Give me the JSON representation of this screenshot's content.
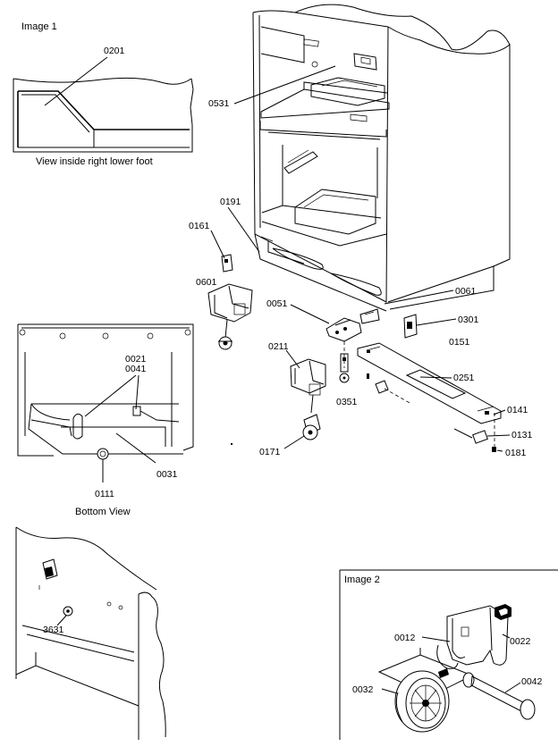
{
  "captions": {
    "image1": "Image 1",
    "image2": "Image 2",
    "foot_view": "View inside right lower foot",
    "bottom_view": "Bottom View"
  },
  "parts": {
    "p0201": "0201",
    "p0531": "0531",
    "p0191": "0191",
    "p0161": "0161",
    "p0601": "0601",
    "p0051": "0051",
    "p0061": "0061",
    "p0301": "0301",
    "p0151": "0151",
    "p0211": "0211",
    "p0251": "0251",
    "p0351": "0351",
    "p0141": "0141",
    "p0131": "0131",
    "p0171": "0171",
    "p0181": "0181",
    "p0021": "0021",
    "p0041": "0041",
    "p0031": "0031",
    "p0111": "0111",
    "p3631": "3631",
    "p0012": "0012",
    "p0022": "0022",
    "p0032": "0032",
    "p0042": "0042"
  }
}
